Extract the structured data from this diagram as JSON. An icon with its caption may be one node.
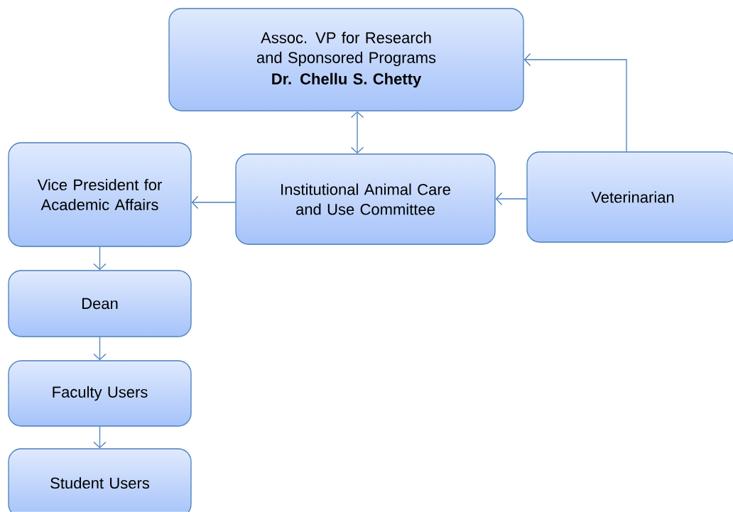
{
  "diagram": {
    "nodes": [
      {
        "text": [
          "Assoc. VP for Research and Sponsored Programs",
          "Dr. Chellu S. Chetty"
        ]
      },
      {
        "text": [
          "Institutional Animal Care and Use Committee"
        ]
      },
      {
        "text": [
          "Veterinarian"
        ]
      },
      {
        "text": [
          "Vice President for Academic Affairs"
        ]
      },
      {
        "text": [
          "Dean"
        ]
      },
      {
        "text": [
          "Faculty Users"
        ]
      },
      {
        "text": [
          "Student Users"
        ]
      }
    ],
    "edges": [
      {
        "from": 1,
        "to": 0,
        "arrow": "both"
      },
      {
        "from": 2,
        "to": 0,
        "arrow": "to"
      },
      {
        "from": 1,
        "to": 3,
        "arrow": "to"
      },
      {
        "from": 2,
        "to": 1,
        "arrow": "to"
      },
      {
        "from": 3,
        "to": 4,
        "arrow": "to"
      },
      {
        "from": 4,
        "to": 5,
        "arrow": "to"
      },
      {
        "from": 5,
        "to": 6,
        "arrow": "to"
      }
    ]
  }
}
